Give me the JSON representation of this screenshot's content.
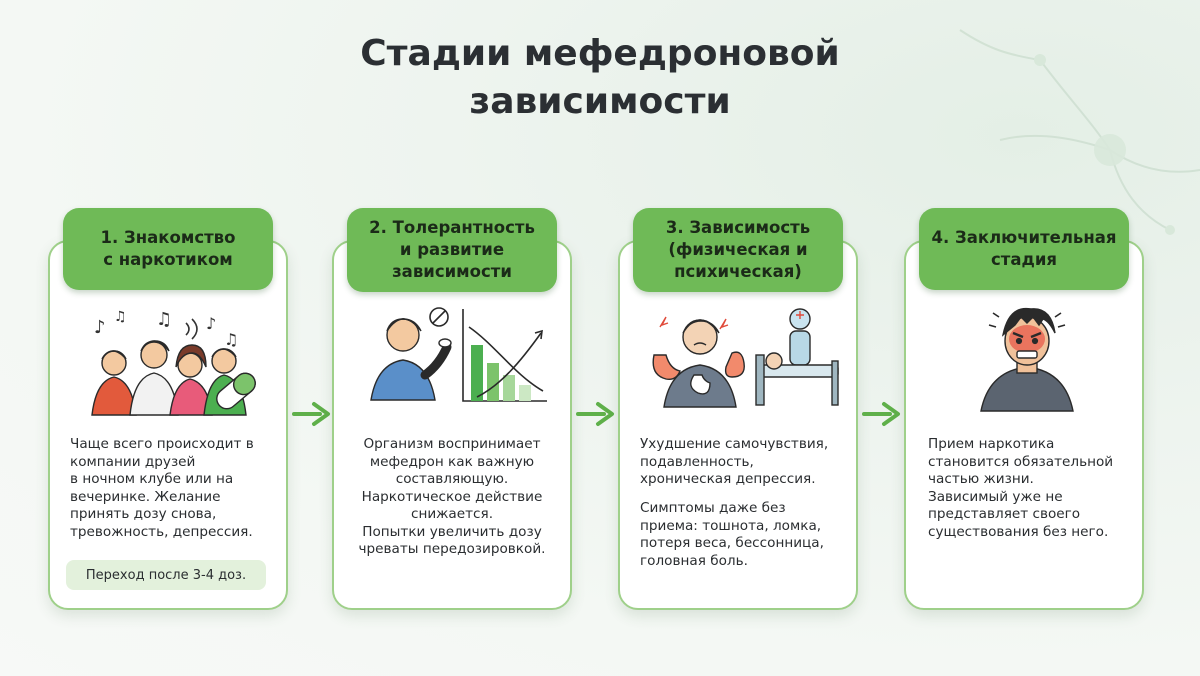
{
  "title": {
    "line1": "Стадии мефедроновой",
    "line2": "зависимости"
  },
  "stages": [
    {
      "header": [
        "1. Знакомство",
        "с наркотиком"
      ],
      "text": [
        "Чаще всего происходит в",
        "компании друзей",
        "в ночном клубе или на",
        "вечеринке. Желание",
        "принять дозу снова,",
        "тревожность, депрессия."
      ],
      "note": "Переход после 3-4 доз."
    },
    {
      "header": [
        "2. Толерантность",
        "и развитие",
        "зависимости"
      ],
      "text": [
        "Организм воспринимает",
        "мефедрон как важную",
        "составляющую.",
        "Наркотическое действие",
        "снижается.",
        "Попытки увеличить дозу",
        "чреваты передозировкой."
      ]
    },
    {
      "header": [
        "3. Зависимость",
        "(физическая и",
        "психическая)"
      ],
      "text": [
        "Ухудшение самочувствия,",
        "подавленность,",
        "хроническая депрессия."
      ],
      "text2": [
        "Симптомы даже без",
        "приема: тошнота, ломка,",
        "потеря веса, бессонница,",
        "головная боль."
      ]
    },
    {
      "header": [
        "4. Заключительная",
        "стадия"
      ],
      "text": [
        "Прием наркотика",
        "становится обязательной",
        "частью жизни.",
        "Зависимый уже не",
        "представляет своего",
        "существования без него."
      ]
    }
  ],
  "colors": {
    "accent_green": "#6fba57",
    "border_green": "#9fd08a",
    "arrow_green": "#5fb04a",
    "note_bg": "#e3f1dc",
    "title_text": "#2b2f33"
  },
  "icons": [
    "party-friends-icon",
    "music-notes-icon",
    "capsule-icon",
    "man-taking-pill-icon",
    "no-pill-icon",
    "bar-chart-icon",
    "sick-man-icon",
    "stomach-icon",
    "hospital-bed-icon",
    "angry-face-icon",
    "arrow-right-icon"
  ]
}
